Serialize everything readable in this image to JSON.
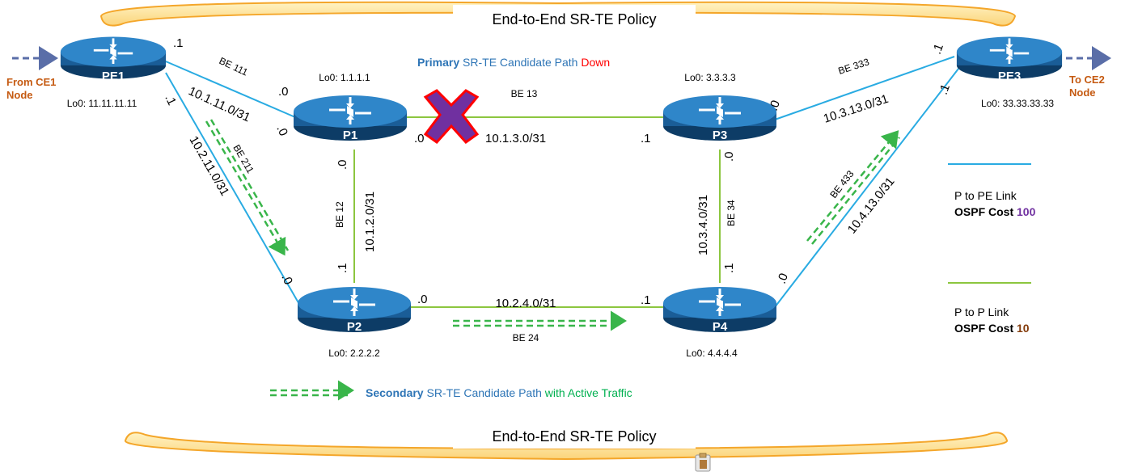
{
  "policy": {
    "top_label": "End-to-End SR-TE Policy",
    "bottom_label": "End-to-End SR-TE Policy"
  },
  "routers": {
    "pe1": {
      "name": "PE1",
      "loopback": "Lo0: 11.11.11.11"
    },
    "p1": {
      "name": "P1",
      "loopback": "Lo0: 1.1.1.1"
    },
    "p2": {
      "name": "P2",
      "loopback": "Lo0: 2.2.2.2"
    },
    "p3": {
      "name": "P3",
      "loopback": "Lo0: 3.3.3.3"
    },
    "p4": {
      "name": "P4",
      "loopback": "Lo0: 4.4.4.4"
    },
    "pe3": {
      "name": "PE3",
      "loopback": "Lo0: 33.33.33.33"
    }
  },
  "endpoints": {
    "from": {
      "line1": "From CE1",
      "line2": "Node"
    },
    "to": {
      "line1": "To CE2",
      "line2": "Node"
    }
  },
  "primary_path": {
    "word1": "Primary",
    "word2": "SR-TE Candidate Path",
    "word3": "Down"
  },
  "secondary_path": {
    "word1": "Secondary",
    "word2": "SR-TE Candidate Path",
    "word3": "with Active Traffic"
  },
  "links": {
    "be111": "BE 111",
    "be211": "BE 211",
    "be13": "BE 13",
    "be12": "BE 12",
    "be34": "BE 34",
    "be24": "BE 24",
    "be333": "BE 333",
    "be433": "BE 433",
    "net_pe1_p1": "10.1.11.0/31",
    "net_pe1_p2": "10.2.11.0/31",
    "net_p1_p3": "10.1.3.0/31",
    "net_p1_p2": "10.1.2.0/31",
    "net_p3_p4": "10.3.4.0/31",
    "net_p2_p4": "10.2.4.0/31",
    "net_p3_pe3": "10.3.13.0/31",
    "net_p4_pe3": "10.4.13.0/31"
  },
  "ip_suffixes": {
    "dot0": ".0",
    "dot1": ".1"
  },
  "legend": {
    "p_to_pe": {
      "line1": "P to PE Link",
      "cost_label": "OSPF Cost",
      "cost_value": "100"
    },
    "p_to_p": {
      "line1": "P to P Link",
      "cost_label": "OSPF Cost",
      "cost_value": "10"
    }
  },
  "colors": {
    "blue_link": "#29abe2",
    "green_link": "#8cc63f",
    "dash_green": "#39b54a",
    "router": "#1e6fb0",
    "orange": "#c55a11",
    "red": "#ff0000",
    "x_purple": "#7030a0",
    "primary_blue": "#2e75b6",
    "green_text": "#00b050",
    "brown": "#843c0c"
  }
}
